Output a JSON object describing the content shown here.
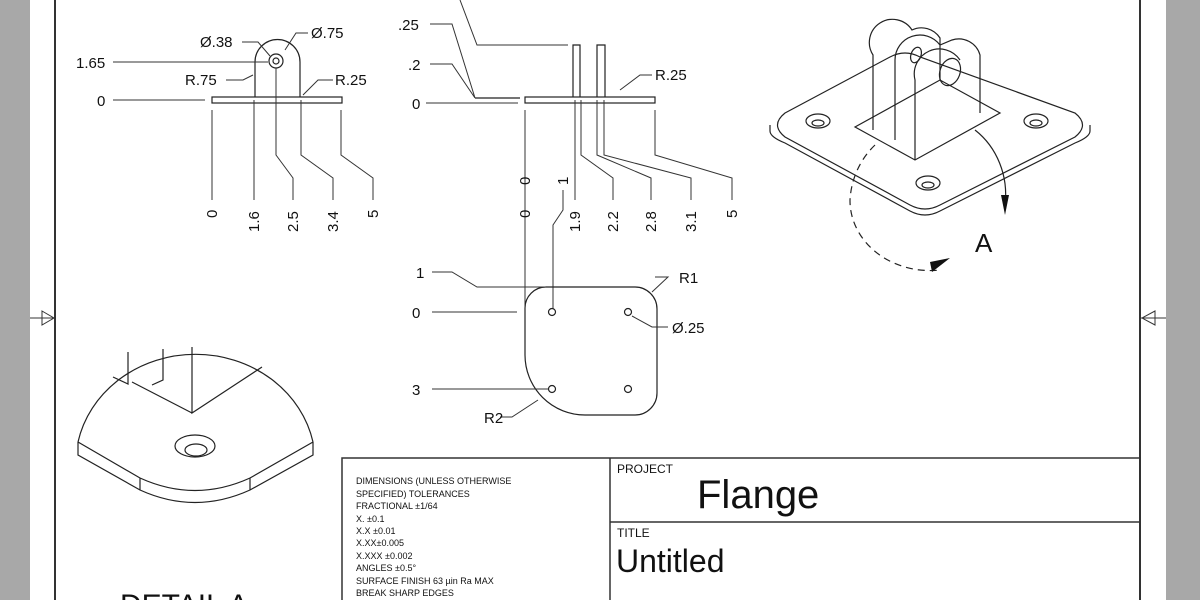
{
  "front_view": {
    "dims_left": [
      "1.65",
      "0"
    ],
    "callouts": [
      "Ø.38",
      "Ø.75",
      "R.75",
      "R.25"
    ],
    "dims_bottom": [
      "0",
      "1.6",
      "2.5",
      "3.4",
      "5"
    ]
  },
  "side_view": {
    "dims_left": [
      ".25",
      ".2",
      "0"
    ],
    "callouts": [
      "R.25"
    ],
    "dims_bottom": [
      "0",
      "0",
      "1",
      "1.9",
      "2.2",
      "2.8",
      "3.1",
      "5"
    ]
  },
  "top_view": {
    "dims_left": [
      "1",
      "0",
      "3"
    ],
    "callouts": [
      "R1",
      "Ø.25",
      "R2"
    ]
  },
  "iso_view": {
    "detail_marker": "A"
  },
  "detail_view": {
    "label": "DETAIL A"
  },
  "title_block": {
    "notes": [
      "DIMENSIONS (UNLESS OTHERWISE",
      "SPECIFIED)    TOLERANCES",
      "FRACTIONAL  ±1/64",
      "X.     ±0.1",
      "X.X   ±0.01",
      "X.XX±0.005",
      "X.XXX      ±0.002",
      "ANGLES  ±0.5°",
      "SURFACE FINISH   63 µin Ra MAX",
      "BREAK SHARP EDGES"
    ],
    "project_label": "PROJECT",
    "project_value": "Flange",
    "title_label": "TITLE",
    "title_value": "Untitled"
  }
}
